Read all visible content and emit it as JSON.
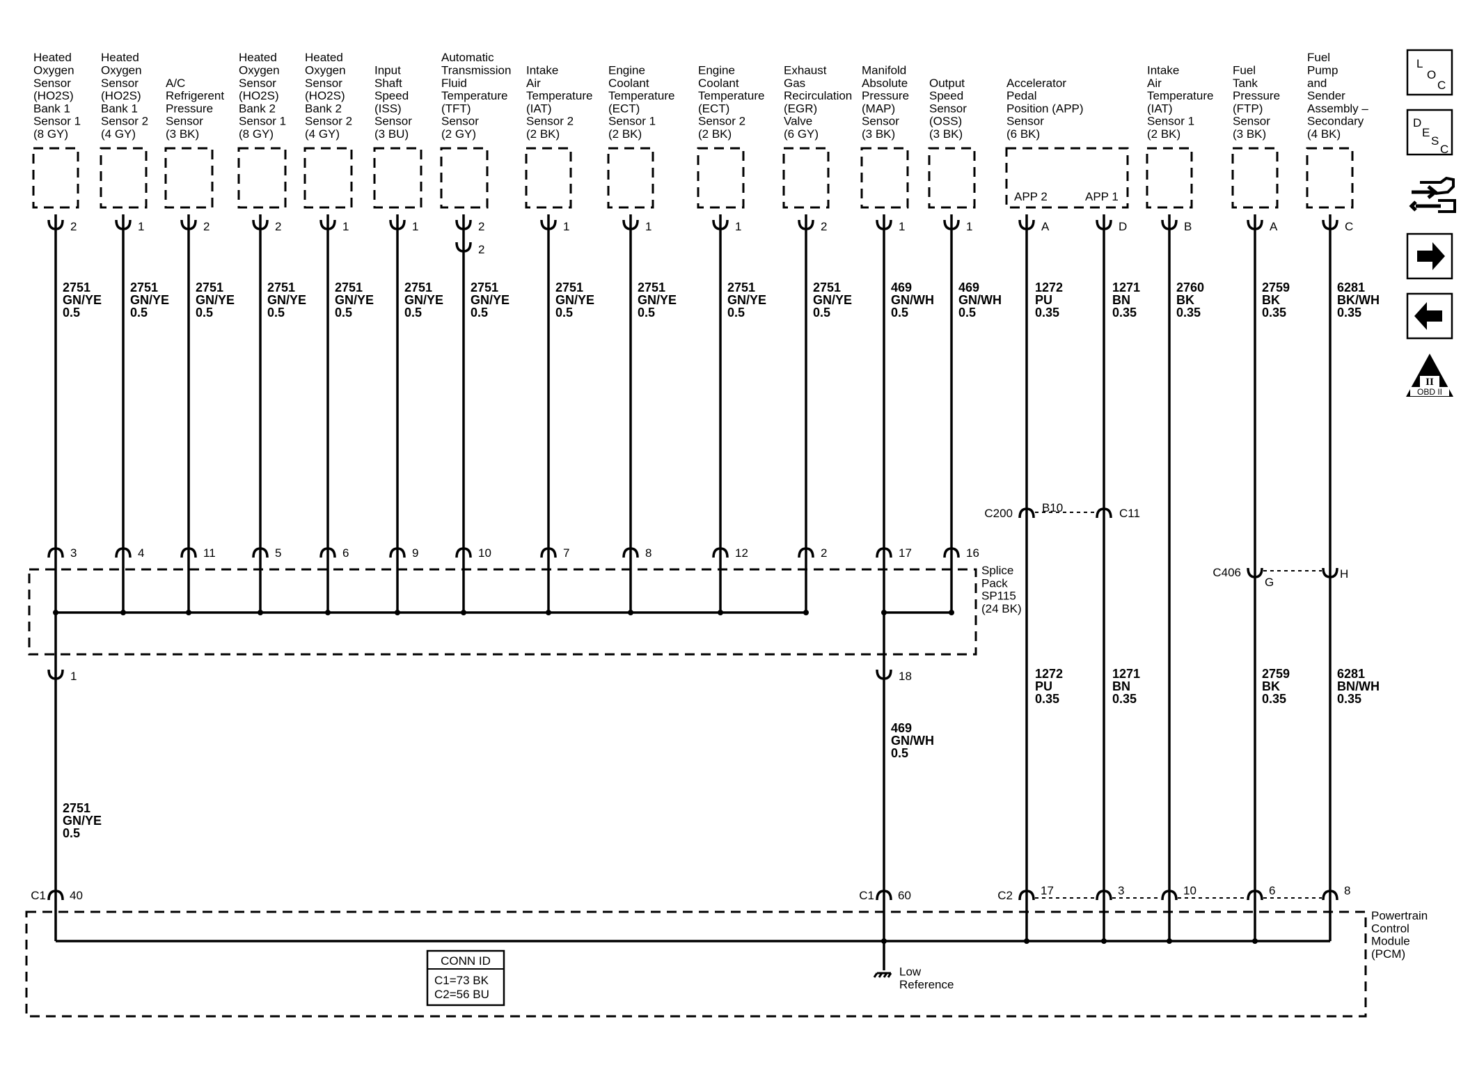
{
  "sensors": [
    {
      "id": "s1",
      "title": [
        "Heated",
        "Oxygen",
        "Sensor",
        "(HO2S)",
        "Bank 1",
        "Sensor 1",
        "(8 GY)"
      ],
      "pin": "2",
      "wire": [
        "2751",
        "GN/YE",
        "0.5"
      ],
      "splice_pin": "3"
    },
    {
      "id": "s2",
      "title": [
        "Heated",
        "Oxygen",
        "Sensor",
        "(HO2S)",
        "Bank 1",
        "Sensor 2",
        "(4 GY)"
      ],
      "pin": "1",
      "wire": [
        "2751",
        "GN/YE",
        "0.5"
      ],
      "splice_pin": "4"
    },
    {
      "id": "s3",
      "title": [
        "A/C",
        "Refrigerent",
        "Pressure",
        "Sensor",
        "(3 BK)"
      ],
      "pin": "2",
      "wire": [
        "2751",
        "GN/YE",
        "0.5"
      ],
      "splice_pin": "11"
    },
    {
      "id": "s4",
      "title": [
        "Heated",
        "Oxygen",
        "Sensor",
        "(HO2S)",
        "Bank 2",
        "Sensor 1",
        "(8 GY)"
      ],
      "pin": "2",
      "wire": [
        "2751",
        "GN/YE",
        "0.5"
      ],
      "splice_pin": "5"
    },
    {
      "id": "s5",
      "title": [
        "Heated",
        "Oxygen",
        "Sensor",
        "(HO2S)",
        "Bank 2",
        "Sensor 2",
        "(4 GY)"
      ],
      "pin": "1",
      "wire": [
        "2751",
        "GN/YE",
        "0.5"
      ],
      "splice_pin": "6"
    },
    {
      "id": "s6",
      "title": [
        "Input",
        "Shaft",
        "Speed",
        "(ISS)",
        "Sensor",
        "(3 BU)"
      ],
      "pin": "1",
      "wire": [
        "2751",
        "GN/YE",
        "0.5"
      ],
      "splice_pin": "9"
    },
    {
      "id": "s7",
      "title": [
        "Automatic",
        "Transmission",
        "Fluid",
        "Temperature",
        "(TFT)",
        "Sensor",
        "(2 GY)"
      ],
      "pin": "2",
      "wire": [
        "2751",
        "GN/YE",
        "0.5"
      ],
      "splice_pin": "10"
    },
    {
      "id": "s8",
      "title": [
        "Intake",
        "Air",
        "Temperature",
        "(IAT)",
        "Sensor 2",
        "(2 BK)"
      ],
      "pin": "1",
      "wire": [
        "2751",
        "GN/YE",
        "0.5"
      ],
      "splice_pin": "7"
    },
    {
      "id": "s9",
      "title": [
        "Engine",
        "Coolant",
        "Temperature",
        "(ECT)",
        "Sensor 1",
        "(2 BK)"
      ],
      "pin": "1",
      "wire": [
        "2751",
        "GN/YE",
        "0.5"
      ],
      "splice_pin": "8"
    },
    {
      "id": "s10",
      "title": [
        "Engine",
        "Coolant",
        "Temperature",
        "(ECT)",
        "Sensor 2",
        "(2 BK)"
      ],
      "pin": "1",
      "wire": [
        "2751",
        "GN/YE",
        "0.5"
      ],
      "splice_pin": "12"
    },
    {
      "id": "s11",
      "title": [
        "Exhaust",
        "Gas",
        "Recirculation",
        "(EGR)",
        "Valve",
        "(6 GY)"
      ],
      "pin": "2",
      "wire": [
        "2751",
        "GN/YE",
        "0.5"
      ],
      "splice_pin": "2"
    },
    {
      "id": "s12",
      "title": [
        "Manifold",
        "Absolute",
        "Pressure",
        "(MAP)",
        "Sensor",
        "(3 BK)"
      ],
      "pin": "1",
      "wire": [
        "469",
        "GN/WH",
        "0.5"
      ],
      "splice_pin": "17"
    },
    {
      "id": "s13",
      "title": [
        "Output",
        "Speed",
        "Sensor",
        "(OSS)",
        "(3 BK)"
      ],
      "pin": "1",
      "wire": [
        "469",
        "GN/WH",
        "0.5"
      ],
      "splice_pin": "16"
    },
    {
      "id": "s14",
      "title": [
        "Accelerator",
        "Pedal",
        "Position (APP)",
        "Sensor",
        "(6 BK)"
      ],
      "app2_label": "APP 2",
      "app1_label": "APP 1",
      "pin_a": "A",
      "pin_d": "D",
      "wire_a": [
        "1272",
        "PU",
        "0.35"
      ],
      "wire_d": [
        "1271",
        "BN",
        "0.35"
      ]
    },
    {
      "id": "s15",
      "title": [
        "Intake",
        "Air",
        "Temperature",
        "(IAT)",
        "Sensor 1",
        "(2 BK)"
      ],
      "pin": "B",
      "wire": [
        "2760",
        "BK",
        "0.35"
      ]
    },
    {
      "id": "s16",
      "title": [
        "Fuel",
        "Tank",
        "Pressure",
        "(FTP)",
        "Sensor",
        "(3 BK)"
      ],
      "pin": "A",
      "wire": [
        "2759",
        "BK",
        "0.35"
      ]
    },
    {
      "id": "s17",
      "title": [
        "Fuel",
        "Pump",
        "and",
        "Sender",
        "Assembly –",
        "Secondary",
        "(4 BK)"
      ],
      "pin": "C",
      "wire": [
        "6281",
        "BK/WH",
        "0.35"
      ]
    }
  ],
  "tft_inline_pin": "2",
  "splice": {
    "label": [
      "Splice",
      "Pack",
      "SP115",
      "(24 BK)"
    ],
    "out_pin_left": "1",
    "out_pin_right": "18"
  },
  "wire_below_splice_left": [
    "2751",
    "GN/YE",
    "0.5"
  ],
  "wire_below_splice_right": [
    "469",
    "GN/WH",
    "0.5"
  ],
  "c200": {
    "name": "C200",
    "pin_a": "B10",
    "pin_b": "C11"
  },
  "c406": {
    "name": "C406",
    "pin_a": "G",
    "pin_b": "H"
  },
  "wires_below_c200": [
    [
      "1272",
      "PU",
      "0.35"
    ],
    [
      "1271",
      "BN",
      "0.35"
    ]
  ],
  "wires_below_c406": [
    [
      "2759",
      "BK",
      "0.35"
    ],
    [
      "6281",
      "BN/WH",
      "0.35"
    ]
  ],
  "pcm": {
    "label": [
      "Powertrain",
      "Control",
      "Module",
      "(PCM)"
    ],
    "c1_name": "C1",
    "c1_pin_left": "40",
    "c1_pin_right": "60",
    "c2_name": "C2",
    "c2_pins": [
      "17",
      "3",
      "10",
      "6",
      "8"
    ],
    "ground_label": [
      "Low",
      "Reference"
    ],
    "conn_id": {
      "title": "CONN ID",
      "lines": [
        "C1=73 BK",
        "C2=56 BU"
      ]
    }
  },
  "side_buttons": {
    "loc": [
      "L",
      "O",
      "C"
    ],
    "desc": [
      "D",
      "E",
      "S",
      "C"
    ],
    "obd": "OBD II",
    "obd_numeral": "II"
  }
}
